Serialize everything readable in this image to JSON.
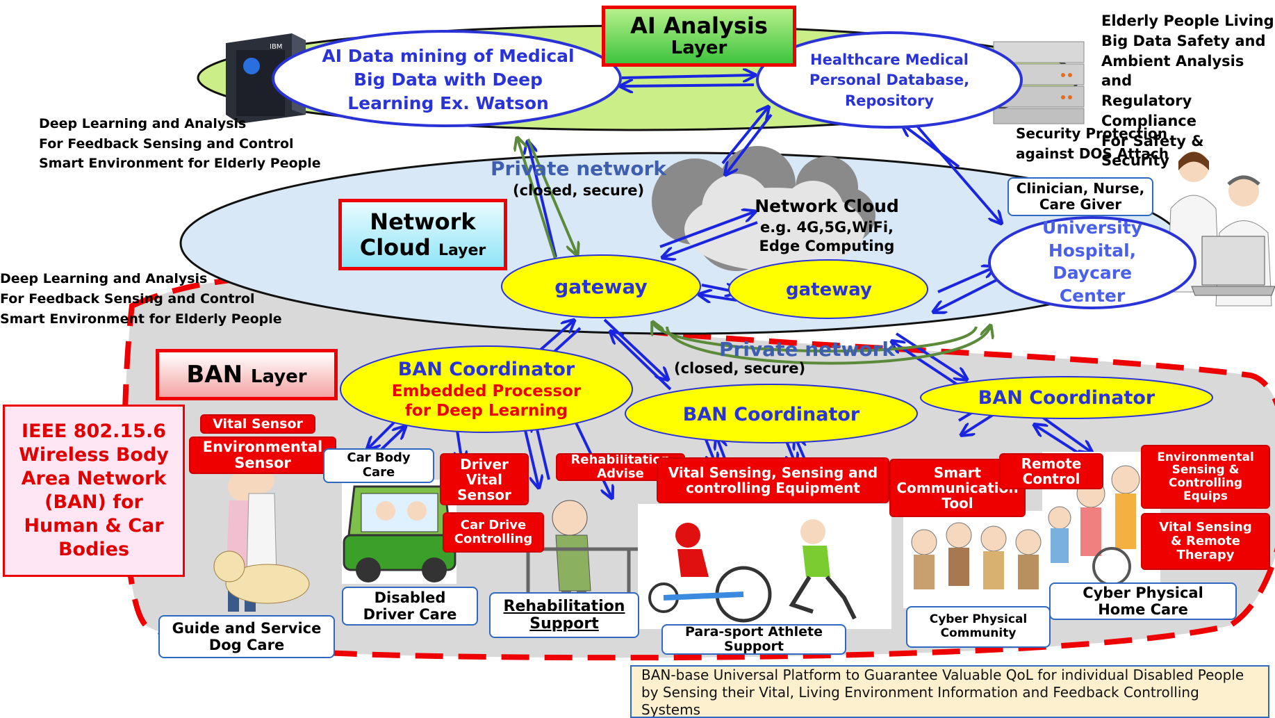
{
  "ai_layer": {
    "title": "AI Analysis",
    "subtitle": "Layer",
    "mining": [
      "AI Data mining of Medical",
      "Big Data with Deep",
      "Learning Ex. Watson"
    ],
    "database": [
      "Healthcare Medical",
      "Personal  Database,",
      "Repository"
    ]
  },
  "top_right_notes": [
    "Elderly People Living",
    "Big Data Safety and",
    "Ambient Analysis and",
    "Regulatory Compliance",
    "For Safety & Security"
  ],
  "security_note": [
    "Security Protection",
    "against DOS Attach"
  ],
  "deep_learning_note": [
    "Deep Learning and Analysis",
    "For Feedback Sensing and Control",
    "Smart Environment for Elderly People"
  ],
  "network_layer": {
    "title": "Network",
    "title2": "Cloud",
    "suffix": "Layer",
    "private_network": "Private network",
    "closed_secure": "(closed, secure)",
    "cloud_title": "Network Cloud",
    "cloud_lines": [
      "e.g. 4G,5G,WiFi,",
      "Edge Computing"
    ],
    "gateway_left": "gateway",
    "gateway_right": "gateway",
    "clinician": [
      "Clinician, Nurse,",
      "Care Giver"
    ],
    "hospital": [
      "University",
      "Hospital,",
      "Daycare",
      "Center"
    ]
  },
  "ban_layer": {
    "title": "BAN",
    "suffix": "Layer",
    "private_network": "Private network",
    "closed_secure": "(closed, secure)",
    "coordinator_left": "BAN Coordinator",
    "coordinator_left_sub": [
      "Embedded Processor",
      "for Deep Learning"
    ],
    "coordinator_mid": "BAN Coordinator",
    "coordinator_right": "BAN Coordinator",
    "ieee": [
      "IEEE 802.15.6",
      "Wireless Body",
      "Area Network",
      "(BAN) for",
      "Human & Car",
      "Bodies"
    ]
  },
  "red_labels": {
    "vital_sensor": "Vital Sensor",
    "environmental_sensor": "Environmental Sensor",
    "driver_vital_sensor": [
      "Driver",
      "Vital",
      "Sensor"
    ],
    "car_drive": [
      "Car Drive",
      "Controlling"
    ],
    "rehab_advise": [
      "Rehabilitation",
      "Advise"
    ],
    "vital_sensing_equipment": [
      "Vital Sensing,  Sensing and",
      "controlling Equipment"
    ],
    "smart_comm": [
      "Smart",
      "Communication",
      "Tool"
    ],
    "remote_control": [
      "Remote",
      "Control"
    ],
    "env_sensing": [
      "Environmental",
      "Sensing &",
      "Controlling",
      "Equips"
    ],
    "vital_remote": [
      "Vital Sensing",
      "& Remote",
      "Therapy"
    ]
  },
  "white_labels": {
    "car_body": [
      "Car Body",
      "Care"
    ],
    "guide_dog": [
      "Guide and Service",
      "Dog Care"
    ],
    "disabled_driver": [
      "Disabled",
      "Driver Care"
    ],
    "rehab_support": [
      "Rehabilitation",
      "Support"
    ],
    "para_sport": [
      "Para-sport Athlete",
      "Support"
    ],
    "cyber_community": [
      "Cyber Physical",
      "Community"
    ],
    "cyber_home": [
      "Cyber Physical",
      "Home Care"
    ]
  },
  "footer": "BAN-base Universal Platform to Guarantee  Valuable QoL for individual Disabled People by Sensing their Vital, Living Environment Information and Feedback Controlling Systems",
  "colors": {
    "ai_ellipse": "#ccee88",
    "network_ellipse": "#d9e8f6",
    "ban_region": "#d9d9d9",
    "gateway": "#ffff00",
    "arrow_blue": "#1a25e0",
    "arrow_green": "#5a8a3a",
    "red_label": "#ee0000",
    "dashed_border": "#ee0000"
  },
  "icons": [
    "ibm-watson-server-icon",
    "database-server-icon",
    "clinician-icon",
    "doctor-icon",
    "laptop-icon",
    "cloud-icon",
    "dog-icon",
    "car-icon",
    "elderly-walker-icon",
    "wheelchair-athlete-icon",
    "prosthetic-runner-icon",
    "elderly-group-icon",
    "family-icon"
  ]
}
